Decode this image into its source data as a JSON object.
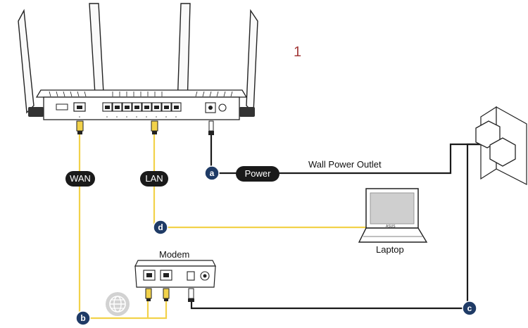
{
  "figure_number": "1",
  "labels": {
    "wan": "WAN",
    "lan": "LAN",
    "power": "Power",
    "wall_power_outlet": "Wall Power Outlet",
    "laptop": "Laptop",
    "modem": "Modem"
  },
  "badges": {
    "a": "a",
    "b": "b",
    "c": "c",
    "d": "d"
  },
  "laptop_brand": "ASUS",
  "colors": {
    "cable_yellow": "#f2d24a",
    "cable_black": "#1a1a1a",
    "badge_fill": "#1f3b66",
    "pill_fill": "#1a1a1a",
    "figure_number": "#a33a3a"
  },
  "icons": [
    "globe-icon",
    "router-device",
    "modem-device",
    "laptop-device",
    "wall-outlet"
  ]
}
